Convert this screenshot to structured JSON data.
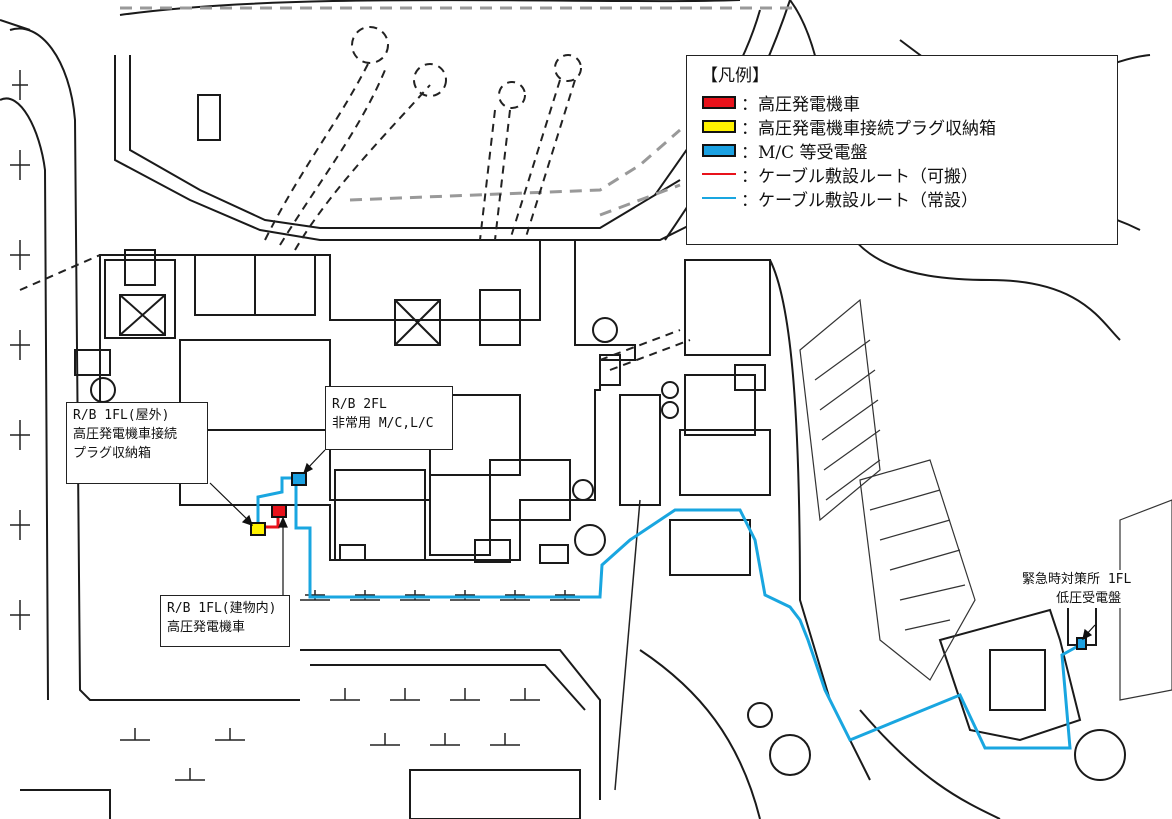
{
  "legend": {
    "title": "【凡例】",
    "items": [
      {
        "kind": "box",
        "color": "#e8121b",
        "label": "：高圧発電機車"
      },
      {
        "kind": "box",
        "color": "#fff200",
        "label": "：高圧発電機車接続プラグ収納箱"
      },
      {
        "kind": "box",
        "color": "#1ba1e2",
        "label": "：M/C 等受電盤"
      },
      {
        "kind": "line",
        "color": "#e8121b",
        "label": "：ケーブル敷設ルート（可搬）"
      },
      {
        "kind": "line",
        "color": "#19a6e0",
        "label": "：ケーブル敷設ルート（常設）"
      }
    ]
  },
  "labels": {
    "rb1f_outdoor": {
      "line1": "R/B 1FL(屋外)",
      "line2": "高圧発電機車接続",
      "line3": "プラグ収納箱"
    },
    "rb2f": {
      "line1": "R/B 2FL",
      "line2": "非常用 M/C,L/C"
    },
    "rb1f_indoor": {
      "line1": "R/B 1FL(建物内)",
      "line2": "高圧発電機車"
    },
    "emergency": {
      "line1": "緊急時対策所 1FL",
      "line2": "低圧受電盤"
    }
  },
  "colors": {
    "route_permanent": "#19a6e0",
    "route_portable": "#e8121b",
    "mc_panel": "#1ba1e2",
    "plug_box": "#fff200",
    "generator": "#e8121b",
    "structure": "#1a1a1a",
    "road_dash": "#999999"
  }
}
